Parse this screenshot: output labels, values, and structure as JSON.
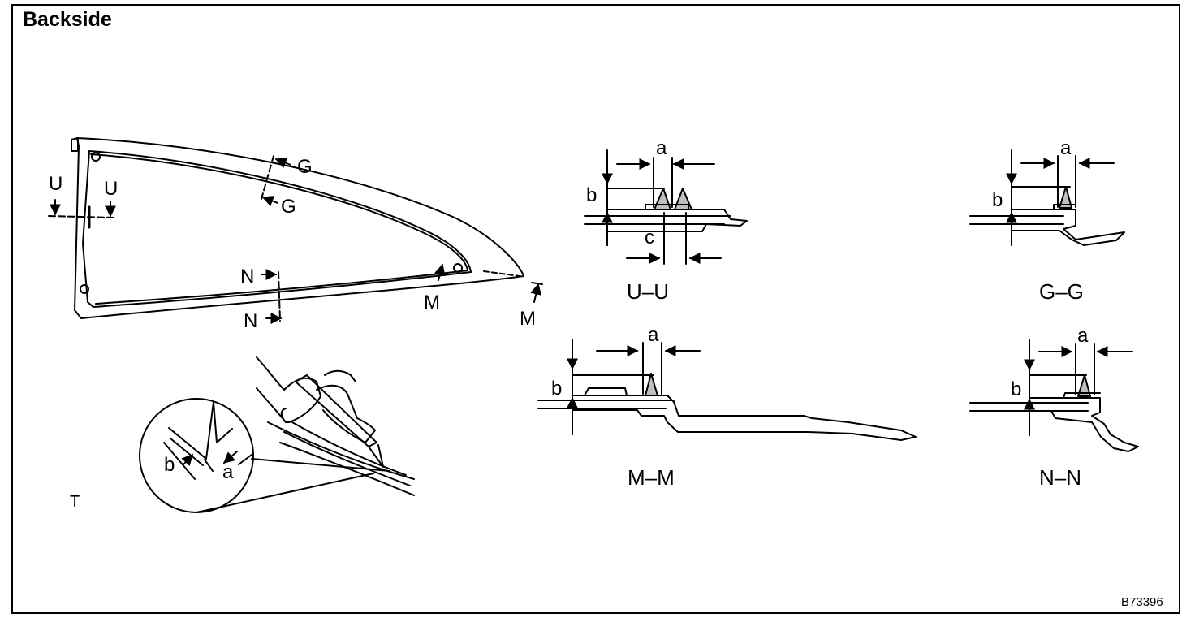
{
  "title": "Backside",
  "figure_code": "B73396",
  "corner_mark": "T",
  "window_labels": {
    "u1": "U",
    "u2": "U",
    "g1": "G",
    "g2": "G",
    "n1": "N",
    "n2": "N",
    "m1": "M",
    "m2": "M"
  },
  "detail_labels": {
    "a": "a",
    "b": "b"
  },
  "sections": {
    "uu": {
      "caption": "U–U",
      "a": "a",
      "b": "b",
      "c": "c"
    },
    "gg": {
      "caption": "G–G",
      "a": "a",
      "b": "b"
    },
    "mm": {
      "caption": "M–M",
      "a": "a",
      "b": "b"
    },
    "nn": {
      "caption": "N–N",
      "a": "a",
      "b": "b"
    }
  }
}
